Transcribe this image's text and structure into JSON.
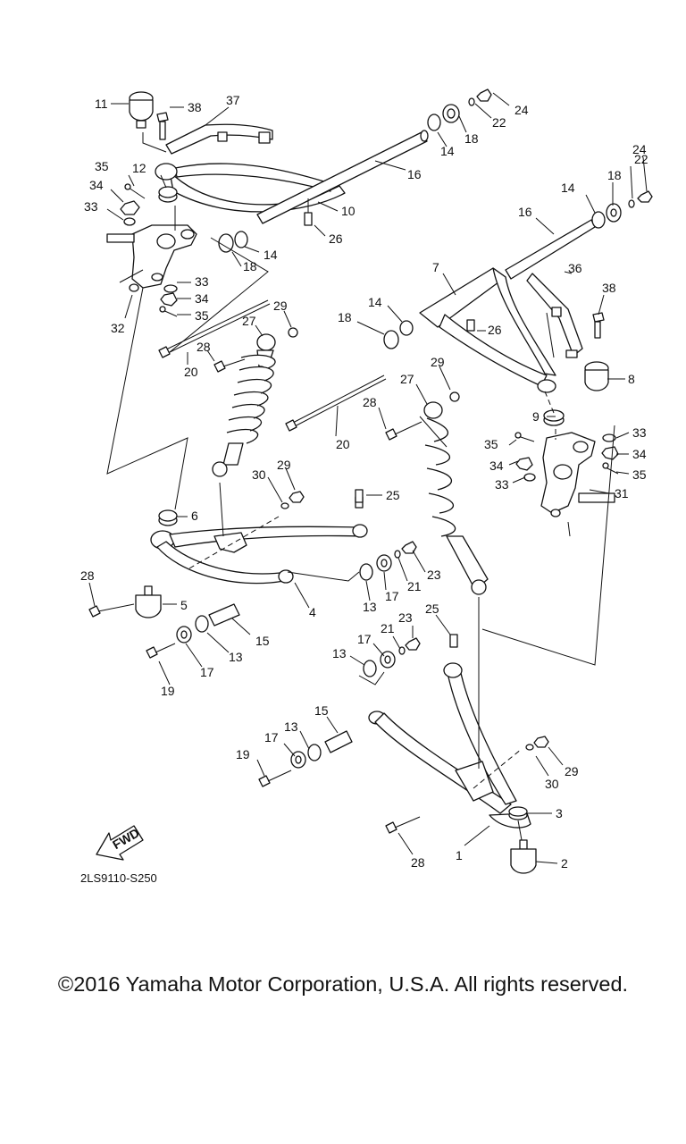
{
  "diagram": {
    "code": "2LS9110-S250",
    "fwd_label": "FWD",
    "callouts": [
      {
        "label": "11"
      },
      {
        "label": "38"
      },
      {
        "label": "37"
      },
      {
        "label": "24"
      },
      {
        "label": "22"
      },
      {
        "label": "18"
      },
      {
        "label": "14"
      },
      {
        "label": "16"
      },
      {
        "label": "35"
      },
      {
        "label": "12"
      },
      {
        "label": "34"
      },
      {
        "label": "33"
      },
      {
        "label": "10"
      },
      {
        "label": "26"
      },
      {
        "label": "14"
      },
      {
        "label": "18"
      },
      {
        "label": "24"
      },
      {
        "label": "22"
      },
      {
        "label": "18"
      },
      {
        "label": "14"
      },
      {
        "label": "16"
      },
      {
        "label": "33"
      },
      {
        "label": "34"
      },
      {
        "label": "35"
      },
      {
        "label": "32"
      },
      {
        "label": "7"
      },
      {
        "label": "36"
      },
      {
        "label": "38"
      },
      {
        "label": "14"
      },
      {
        "label": "18"
      },
      {
        "label": "26"
      },
      {
        "label": "29"
      },
      {
        "label": "27"
      },
      {
        "label": "28"
      },
      {
        "label": "20"
      },
      {
        "label": "8"
      },
      {
        "label": "29"
      },
      {
        "label": "27"
      },
      {
        "label": "28"
      },
      {
        "label": "20"
      },
      {
        "label": "9"
      },
      {
        "label": "33"
      },
      {
        "label": "35"
      },
      {
        "label": "34"
      },
      {
        "label": "34"
      },
      {
        "label": "35"
      },
      {
        "label": "33"
      },
      {
        "label": "31"
      },
      {
        "label": "30"
      },
      {
        "label": "29"
      },
      {
        "label": "25"
      },
      {
        "label": "6"
      },
      {
        "label": "28"
      },
      {
        "label": "5"
      },
      {
        "label": "23"
      },
      {
        "label": "21"
      },
      {
        "label": "17"
      },
      {
        "label": "13"
      },
      {
        "label": "4"
      },
      {
        "label": "15"
      },
      {
        "label": "13"
      },
      {
        "label": "17"
      },
      {
        "label": "19"
      },
      {
        "label": "25"
      },
      {
        "label": "23"
      },
      {
        "label": "21"
      },
      {
        "label": "17"
      },
      {
        "label": "13"
      },
      {
        "label": "15"
      },
      {
        "label": "13"
      },
      {
        "label": "17"
      },
      {
        "label": "19"
      },
      {
        "label": "29"
      },
      {
        "label": "30"
      },
      {
        "label": "3"
      },
      {
        "label": "28"
      },
      {
        "label": "1"
      },
      {
        "label": "2"
      }
    ]
  },
  "footer": {
    "copyright": "©2016 Yamaha Motor Corporation, U.S.A. All rights reserved."
  }
}
